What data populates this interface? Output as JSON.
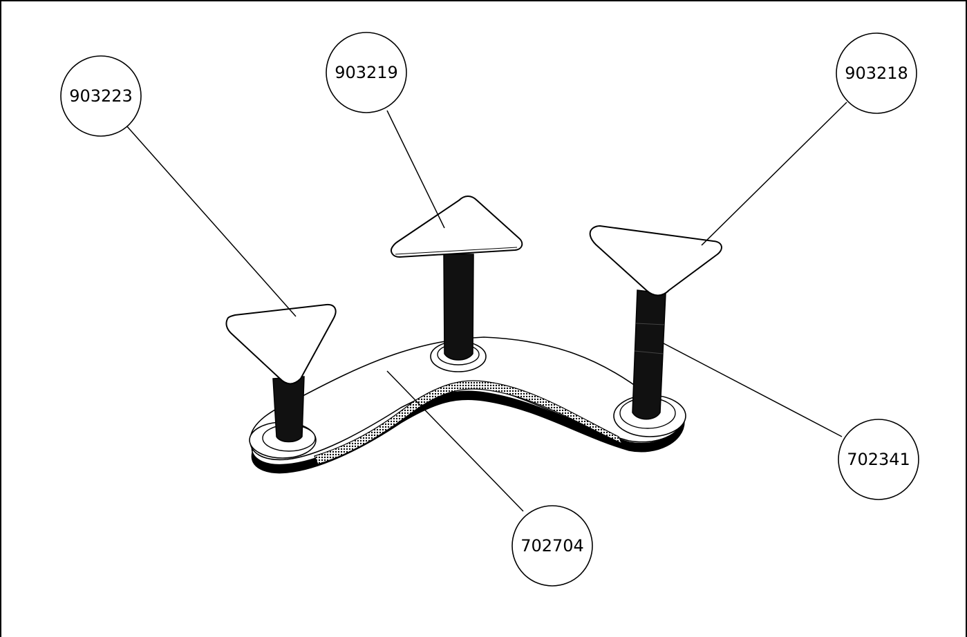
{
  "callouts": {
    "top_left": "903223",
    "top_center": "903219",
    "top_right": "903218",
    "right": "702341",
    "bottom_center": "702704"
  },
  "colors": {
    "line": "#000000",
    "background": "#ffffff",
    "post": "#111111"
  }
}
